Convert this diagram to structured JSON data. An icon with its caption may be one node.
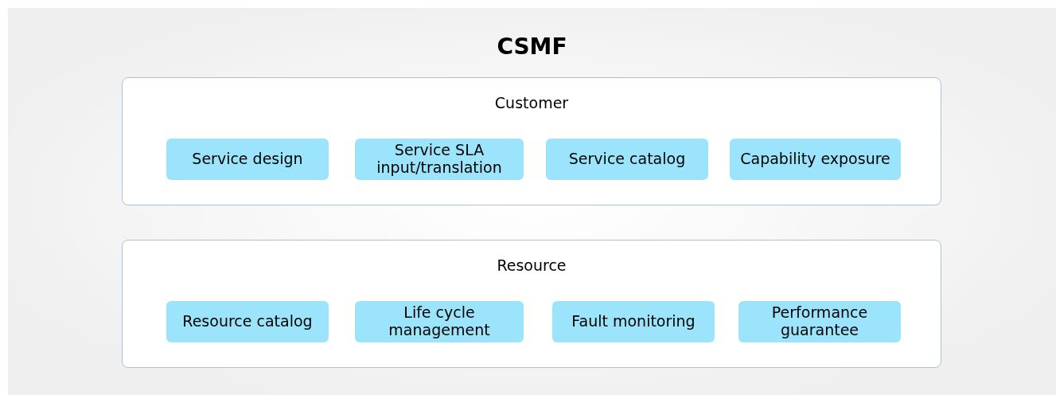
{
  "diagram": {
    "title": "CSMF",
    "nodes": [
      {
        "text": [
          "Customer"
        ]
      },
      {
        "text": [
          "Service design"
        ],
        "in": 0
      },
      {
        "text": [
          "Service SLA input/translation"
        ],
        "in": 0
      },
      {
        "text": [
          "Service catalog"
        ],
        "in": 0
      },
      {
        "text": [
          "Capability exposure"
        ],
        "in": 0
      },
      {
        "text": [
          "Resource"
        ]
      },
      {
        "text": [
          "Resource catalog"
        ],
        "in": 5
      },
      {
        "text": [
          "Life cycle management"
        ],
        "in": 5
      },
      {
        "text": [
          "Fault monitoring"
        ],
        "in": 5
      },
      {
        "text": [
          "Performance guarantee"
        ],
        "in": 5
      }
    ],
    "edges": []
  }
}
